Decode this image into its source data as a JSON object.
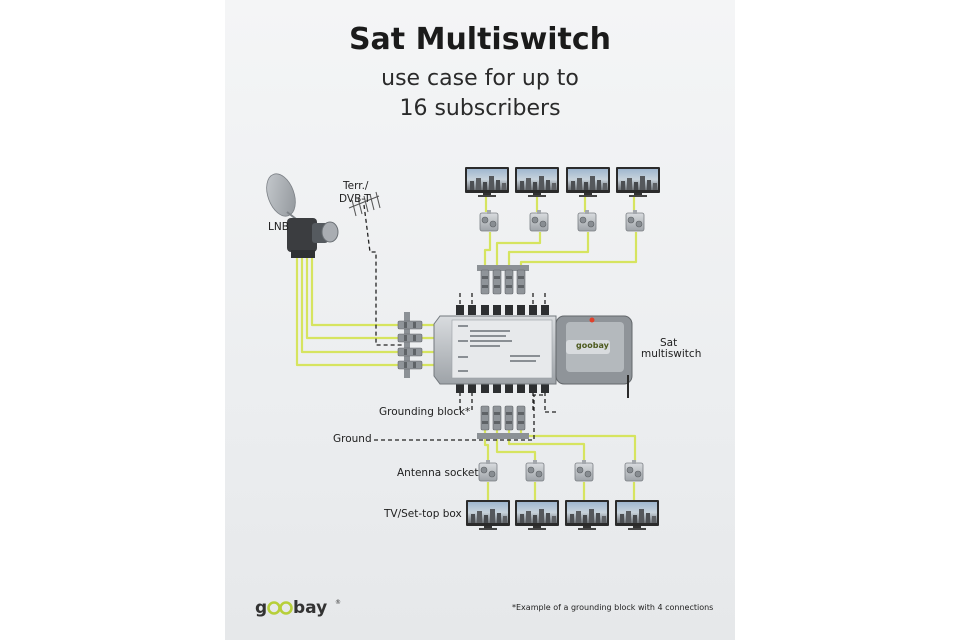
{
  "header": {
    "title": "Sat Multiswitch",
    "subtitle_line1": "use case for up to",
    "subtitle_line2": "16 subscribers"
  },
  "labels": {
    "lnb": "LNB",
    "terr_line1": "Terr./",
    "terr_line2": "DVB-T",
    "sat_line1": "Sat",
    "sat_line2": "multiswitch",
    "grounding_block": "Grounding block*",
    "ground": "Ground",
    "antenna_socket": "Antenna socket",
    "tv_settop": "TV/Set-top box"
  },
  "device": {
    "brand": "goobay"
  },
  "footnote": "*Example of a grounding block with 4 connections",
  "logo": {
    "text": "goobay",
    "registered": "®"
  },
  "colors": {
    "cable": "#d6e45f",
    "dashed_line": "#222222",
    "accent_red": "#e0402a",
    "brand_green": "#b7cf3a"
  }
}
